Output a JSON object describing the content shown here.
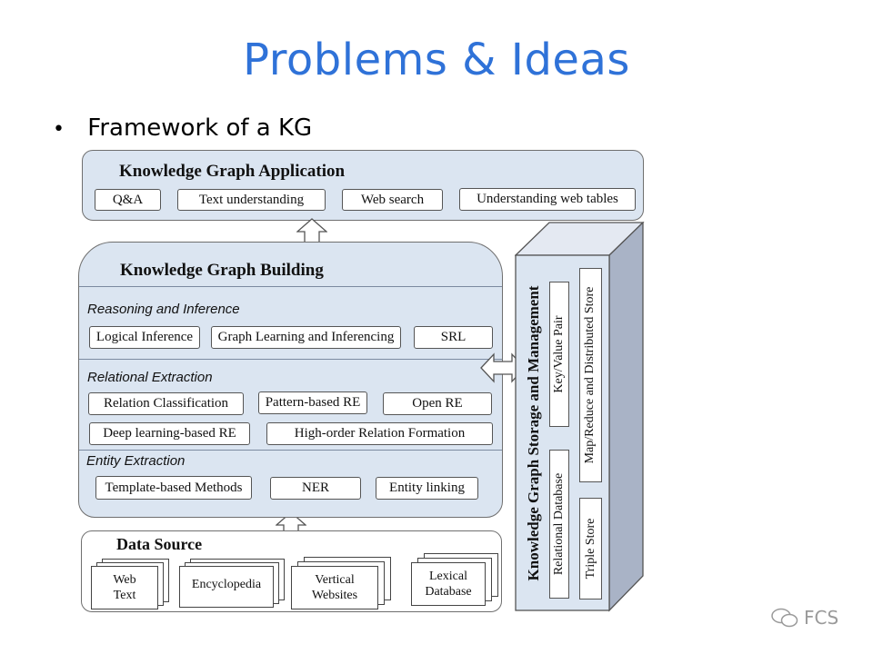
{
  "title": "Problems & Ideas",
  "bullet": "Framework of a KG",
  "application": {
    "heading": "Knowledge Graph Application",
    "items": [
      "Q&A",
      "Text understanding",
      "Web search",
      "Understanding  web tables"
    ]
  },
  "building": {
    "heading": "Knowledge Graph Building",
    "reasoning": {
      "label": "Reasoning and Inference",
      "items": [
        "Logical Inference",
        "Graph Learning and Inferencing",
        "SRL"
      ]
    },
    "relational": {
      "label": "Relational  Extraction",
      "items": [
        "Relation Classification",
        "Pattern-based RE",
        "Open RE",
        "Deep learning-based RE",
        "High-order  Relation Formation"
      ]
    },
    "entity": {
      "label": "Entity Extraction",
      "items": [
        "Template-based Methods",
        "NER",
        "Entity  linking"
      ]
    }
  },
  "datasource": {
    "heading": "Data Source",
    "items": [
      "Web\nText",
      "Encyclopedia",
      "Vertical\nWebsites",
      "Lexical\nDatabase"
    ]
  },
  "storage": {
    "heading": "Knowledge Graph Storage and Management",
    "items": [
      "Key/Value Pair",
      "Map/Reduce and Distributed Store",
      "Relational Database",
      "Triple Store"
    ]
  },
  "watermark": "FCS"
}
